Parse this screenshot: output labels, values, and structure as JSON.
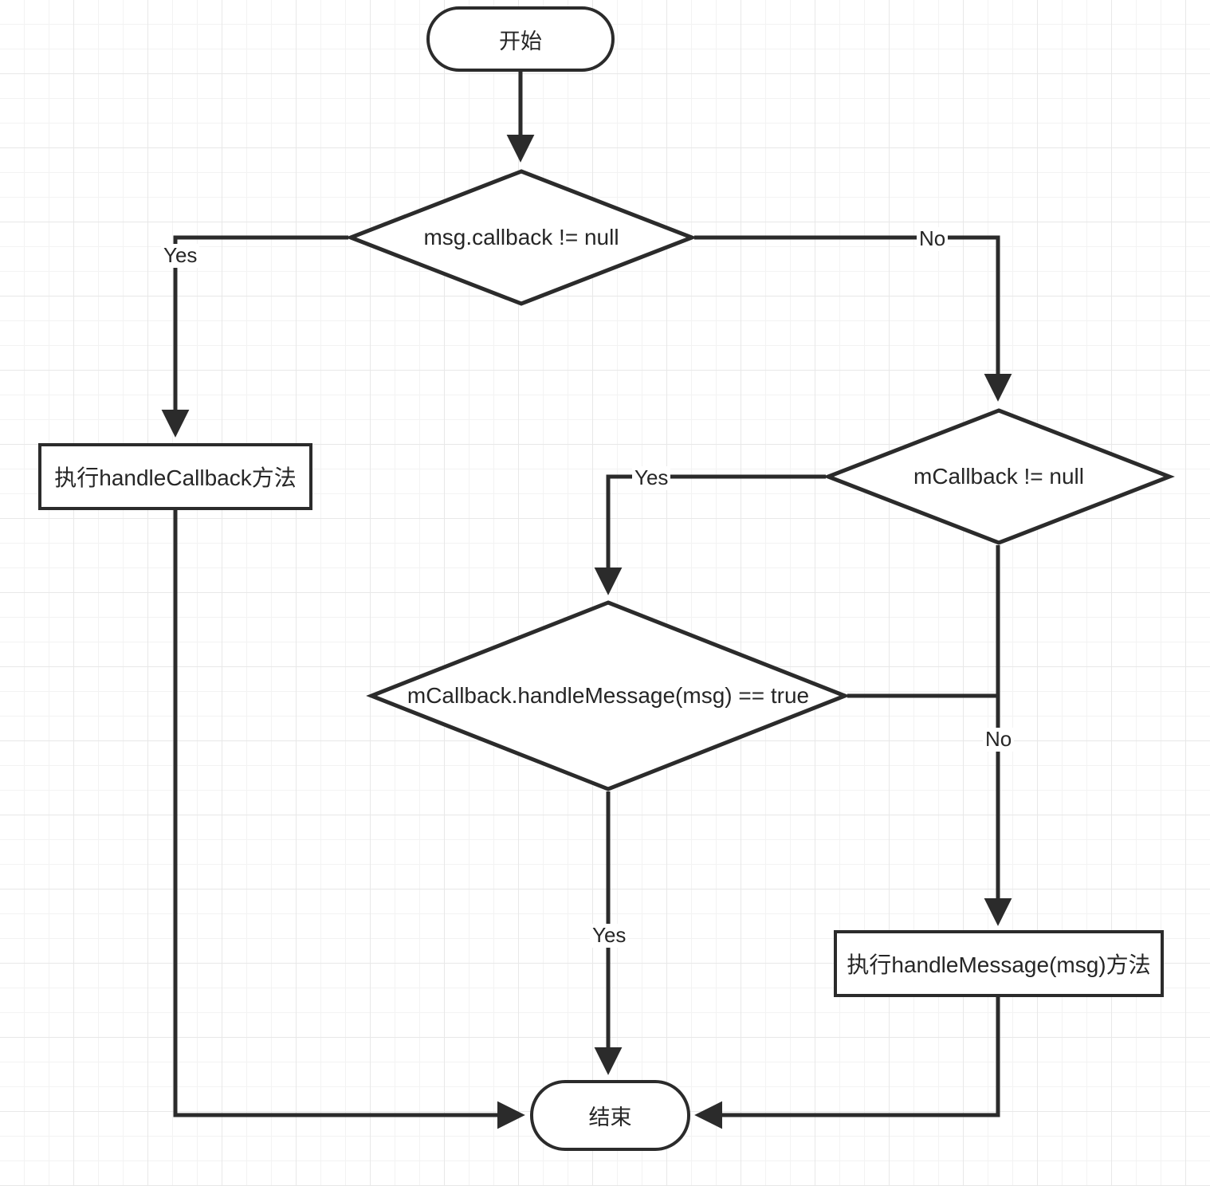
{
  "diagram": {
    "title": "Handler dispatchMessage flowchart",
    "background": "#ffffff",
    "grid_color_minor": "#f3f3f3",
    "grid_color_major": "#e8e8e8",
    "stroke_color": "#2b2b2b",
    "text_color": "#262626",
    "nodes": [
      {
        "id": "start",
        "type": "terminal",
        "label": "开始"
      },
      {
        "id": "d_msg_cb",
        "type": "decision",
        "label": "msg.callback != null"
      },
      {
        "id": "p_handle_cb",
        "type": "process",
        "label": "执行handleCallback方法"
      },
      {
        "id": "d_mcallback",
        "type": "decision",
        "label": "mCallback != null"
      },
      {
        "id": "d_handle_msg",
        "type": "decision",
        "label": "mCallback.handleMessage(msg) == true"
      },
      {
        "id": "p_handle_msg",
        "type": "process",
        "label": "执行handleMessage(msg)方法"
      },
      {
        "id": "end",
        "type": "terminal",
        "label": "结束"
      }
    ],
    "edge_labels": {
      "msg_cb_yes": "Yes",
      "msg_cb_no": "No",
      "mcallback_yes": "Yes",
      "mcallback_no": "No",
      "handle_msg_yes": "Yes"
    }
  }
}
